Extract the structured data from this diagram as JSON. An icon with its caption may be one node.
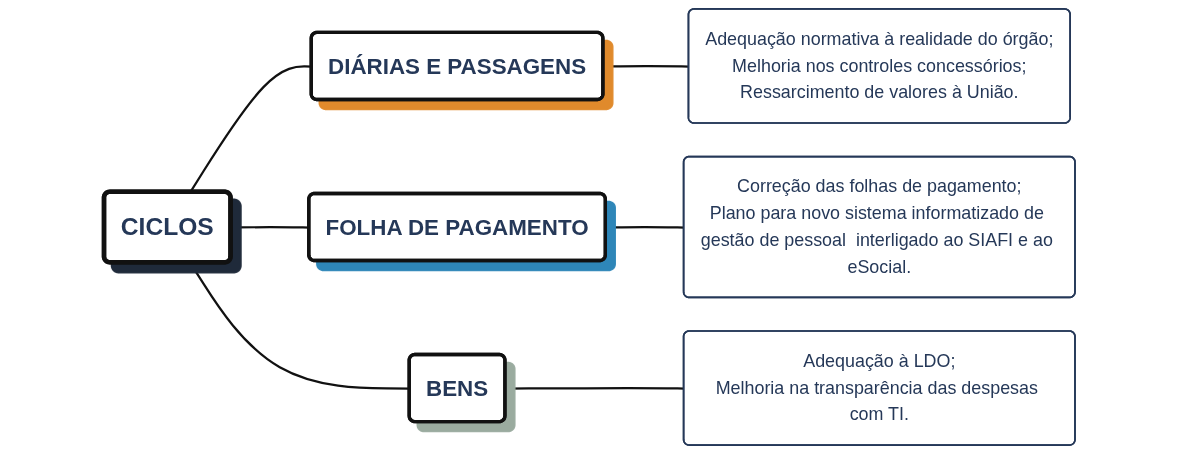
{
  "diagram": {
    "nodes": [
      {
        "text": [
          "CICLOS"
        ]
      },
      {
        "text": [
          "DIÁRIAS E PASSAGENS"
        ]
      },
      {
        "text": [
          "Adequação normativa à realidade do órgão;",
          "Melhoria nos controles concessórios;",
          "Ressarcimento de valores à União."
        ]
      },
      {
        "text": [
          "FOLHA DE PAGAMENTO"
        ]
      },
      {
        "text": [
          "Correção das folhas de pagamento;",
          "Plano para novo sistema informatizado de gestão de pessoal  interligado ao SIAFI e ao eSocial."
        ]
      },
      {
        "text": [
          "BENS"
        ]
      },
      {
        "text": [
          "Adequação à LDO;",
          "Melhoria na transparência das despesas com TI."
        ]
      }
    ],
    "edges": [
      {
        "from": 0,
        "to": 1,
        "arrow": "none"
      },
      {
        "from": 1,
        "to": 2,
        "arrow": "none"
      },
      {
        "from": 0,
        "to": 3,
        "arrow": "none"
      },
      {
        "from": 3,
        "to": 4,
        "arrow": "none"
      },
      {
        "from": 0,
        "to": 5,
        "arrow": "none"
      },
      {
        "from": 5,
        "to": 6,
        "arrow": "none"
      }
    ]
  }
}
